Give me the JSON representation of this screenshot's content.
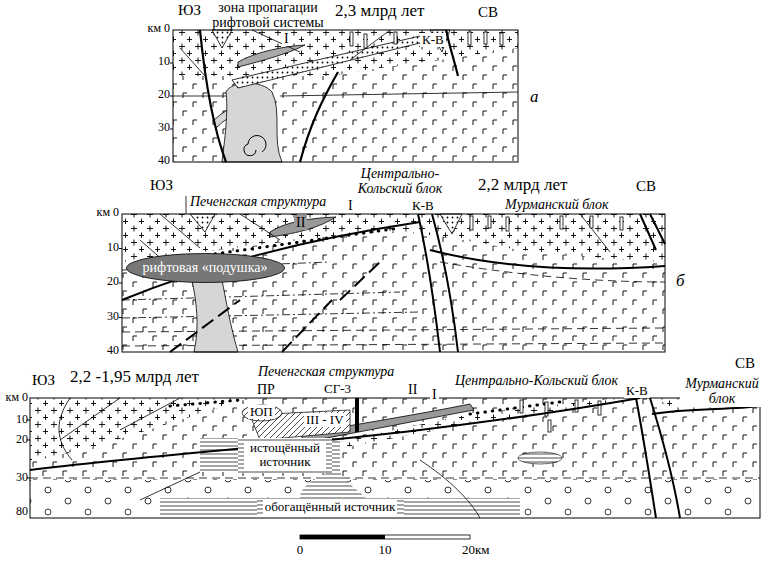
{
  "diagram": {
    "nodes": [
      {
        "text": [
          "рифтовая «подушка»"
        ]
      },
      {
        "text": [
          "истощённый источник"
        ]
      },
      {
        "text": [
          "обогащённый источник"
        ]
      }
    ],
    "labels": [
      "ЮЗ",
      "зона пропагации рифтовой системы",
      "2,3 млрд лет",
      "СВ",
      "км 0",
      "10",
      "20",
      "30",
      "40",
      "I",
      "К-В",
      "а",
      "ЮЗ",
      "Печенгская структура",
      "Центрально-Кольский блок",
      "К-В",
      "2,2 млрд лет",
      "Мурманский блок",
      "СВ",
      "км 0",
      "10",
      "20",
      "30",
      "40",
      "II",
      "I",
      "б",
      "ЮЗ",
      "2,2 -1,95 млрд лет",
      "ПР",
      "Печенгская структура",
      "СГ-3",
      "II",
      "I",
      "Центрально-Кольский блок",
      "К-В",
      "Мурманский блок",
      "СВ",
      "км 0",
      "10",
      "20",
      "30",
      "80",
      "ЮП",
      "III - IV",
      "0",
      "10",
      "20км"
    ]
  }
}
